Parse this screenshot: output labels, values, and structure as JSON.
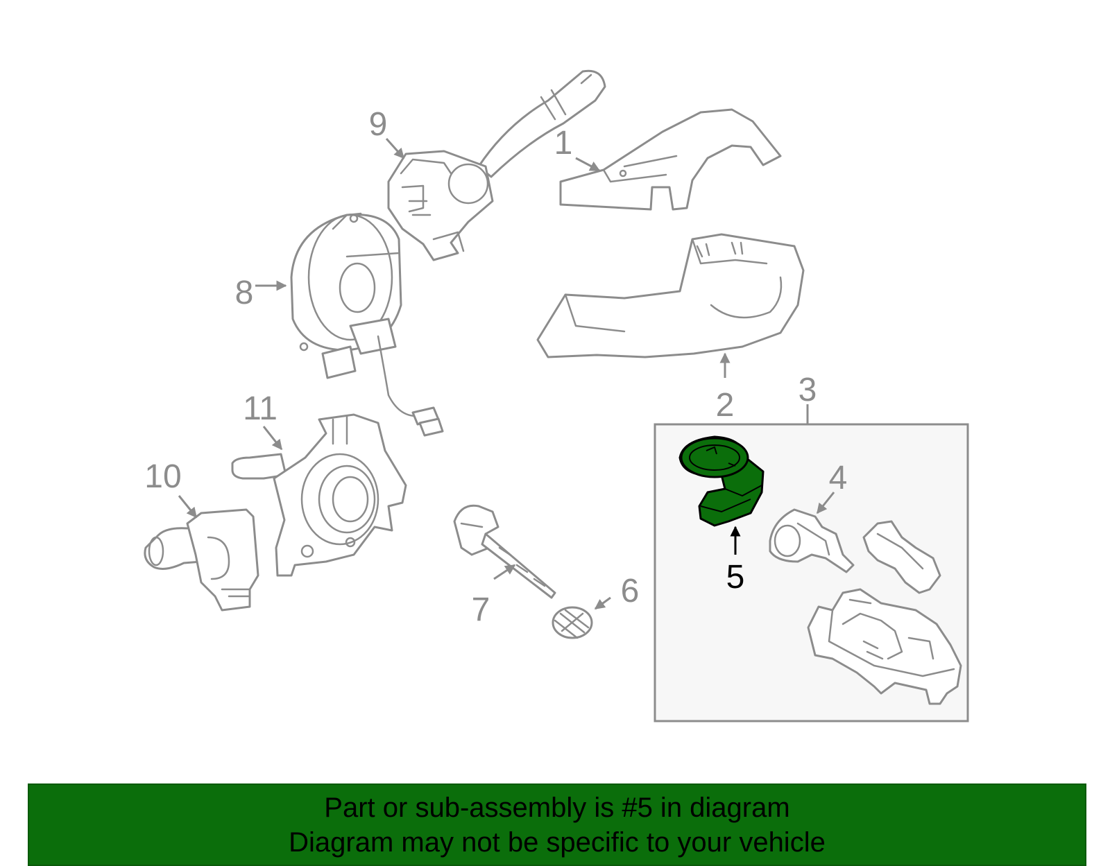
{
  "colors": {
    "line": "#8c8c8c",
    "highlight_fill": "#0b6e0b",
    "banner_bg": "#0b6e0b",
    "subassembly_box_bg": "#f7f7f7"
  },
  "highlighted_part": "5",
  "callouts": [
    {
      "id": "1",
      "label": "1"
    },
    {
      "id": "2",
      "label": "2"
    },
    {
      "id": "3",
      "label": "3"
    },
    {
      "id": "4",
      "label": "4"
    },
    {
      "id": "5",
      "label": "5"
    },
    {
      "id": "6",
      "label": "6"
    },
    {
      "id": "7",
      "label": "7"
    },
    {
      "id": "8",
      "label": "8"
    },
    {
      "id": "9",
      "label": "9"
    },
    {
      "id": "10",
      "label": "10"
    },
    {
      "id": "11",
      "label": "11"
    }
  ],
  "footer": {
    "line1": "Part or sub-assembly is #5 in diagram",
    "line2": "Diagram may not be specific to your vehicle"
  }
}
